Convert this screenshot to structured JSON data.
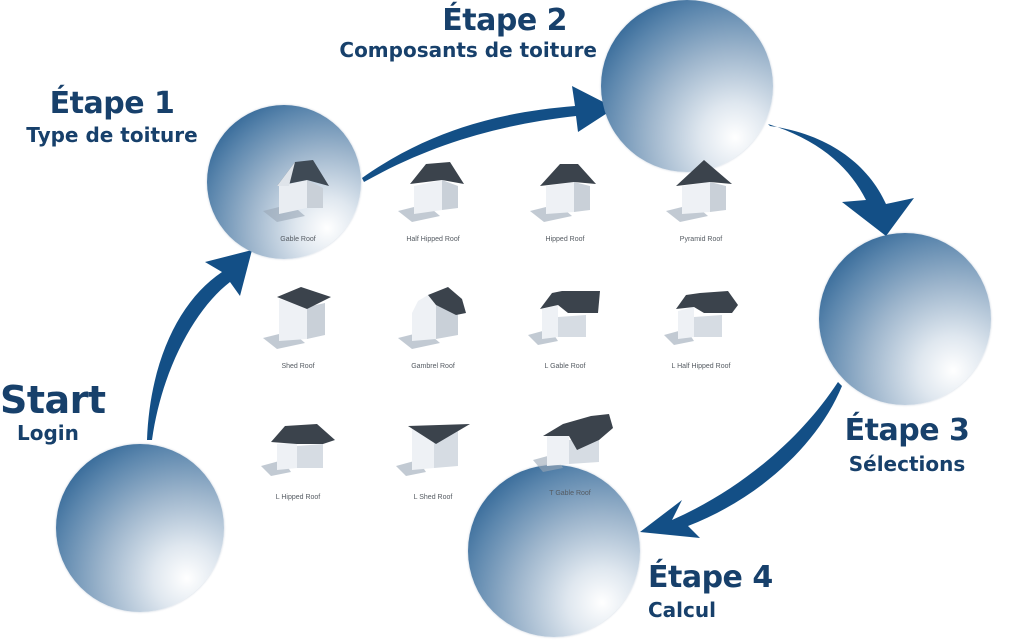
{
  "diagram": {
    "colors": {
      "arrow": "#134f86",
      "text": "#17406b",
      "circle_dark": "#1b5087",
      "circle_light": "#ffffff"
    },
    "steps": [
      {
        "id": "start",
        "title": "Start",
        "subtitle": "Login"
      },
      {
        "id": "etape1",
        "title": "Étape 1",
        "subtitle": "Type de toiture"
      },
      {
        "id": "etape2",
        "title": "Étape 2",
        "subtitle": "Composants de toiture"
      },
      {
        "id": "etape3",
        "title": "Étape 3",
        "subtitle": "Sélections"
      },
      {
        "id": "etape4",
        "title": "Étape 4",
        "subtitle": "Calcul"
      }
    ],
    "roof_types": [
      {
        "label": "Gable Roof"
      },
      {
        "label": "Half Hipped Roof"
      },
      {
        "label": "Hipped Roof"
      },
      {
        "label": "Pyramid Roof"
      },
      {
        "label": "Shed Roof"
      },
      {
        "label": "Gambrel Roof"
      },
      {
        "label": "L Gable Roof"
      },
      {
        "label": "L Half Hipped Roof"
      },
      {
        "label": "L Hipped Roof"
      },
      {
        "label": "L Shed Roof"
      },
      {
        "label": "T Gable Roof"
      }
    ]
  }
}
